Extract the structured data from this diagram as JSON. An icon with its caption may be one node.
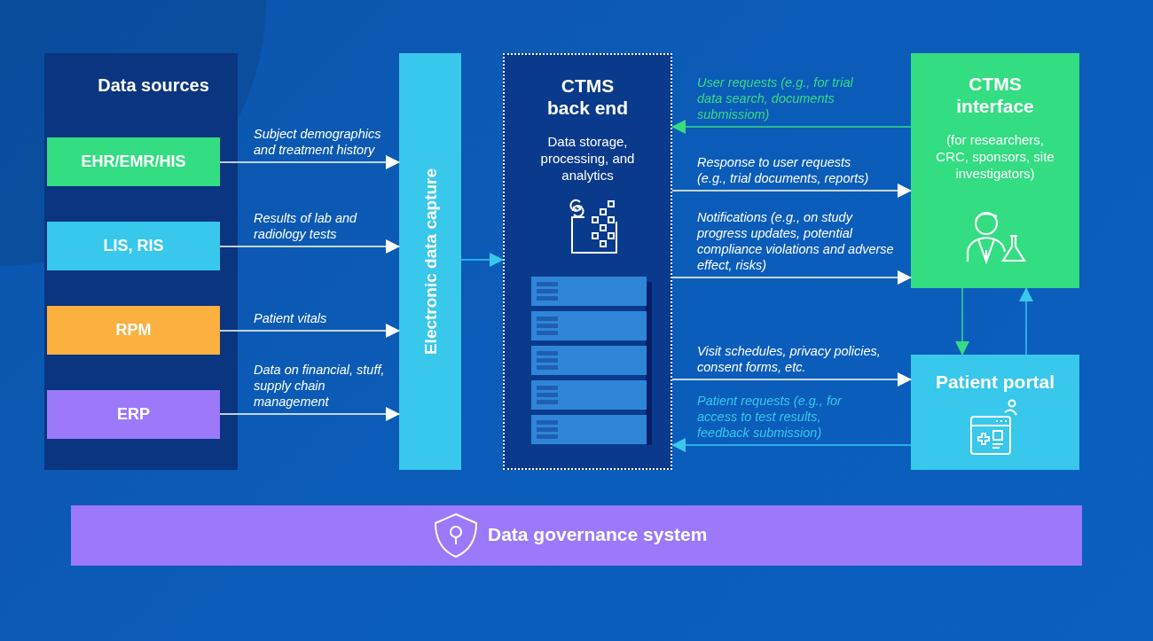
{
  "diagram": {
    "nodes": [
      {
        "text": [
          "Data sources"
        ]
      },
      {
        "text": [
          "EHR/EMR/HIS"
        ],
        "in": 0
      },
      {
        "text": [
          "LIS, RIS"
        ],
        "in": 0
      },
      {
        "text": [
          "RPM"
        ],
        "in": 0
      },
      {
        "text": [
          "ERP"
        ],
        "in": 0
      },
      {
        "text": [
          "Electronic data capture"
        ]
      },
      {
        "text": [
          "CTMS back end",
          "Data storage, processing, and analytics"
        ]
      },
      {
        "text": [
          "CTMS interface",
          "(for researchers, CRC, sponsors, site investigators)"
        ]
      },
      {
        "text": [
          "Patient portal"
        ]
      },
      {
        "text": [
          "Data governance system"
        ]
      }
    ],
    "edges": [
      {
        "from": 1,
        "to": 5,
        "arrow": "to",
        "label": "Subject demographics and treatment history"
      },
      {
        "from": 2,
        "to": 5,
        "arrow": "to",
        "label": "Results of lab and radiology tests"
      },
      {
        "from": 3,
        "to": 5,
        "arrow": "to",
        "label": "Patient vitals"
      },
      {
        "from": 4,
        "to": 5,
        "arrow": "to",
        "label": "Data on financial, stuff, supply chain management"
      },
      {
        "from": 5,
        "to": 6,
        "arrow": "to",
        "color": "#37c8ec"
      },
      {
        "from": 7,
        "to": 6,
        "arrow": "to",
        "label": "User requests (e.g., for trial data search, documents submissiom)",
        "color": "#36dc84"
      },
      {
        "from": 6,
        "to": 7,
        "arrow": "to",
        "label": "Response to user requests (e.g., trial documents, reports)"
      },
      {
        "from": 6,
        "to": 7,
        "arrow": "to",
        "label": "Notifications (e.g., on study progress updates, potential compliance violations and adverse effect, risks)"
      },
      {
        "from": 6,
        "to": 8,
        "arrow": "to",
        "label": "Visit schedules, privacy policies, consent forms, etc."
      },
      {
        "from": 8,
        "to": 6,
        "arrow": "to",
        "label": "Patient requests (e.g., for access to test results, feedback submission)",
        "color": "#37c8ec"
      },
      {
        "from": 7,
        "to": 8,
        "arrow": "to",
        "color": "#36dc84"
      },
      {
        "from": 8,
        "to": 7,
        "arrow": "to",
        "color": "#37c8ec"
      }
    ]
  }
}
